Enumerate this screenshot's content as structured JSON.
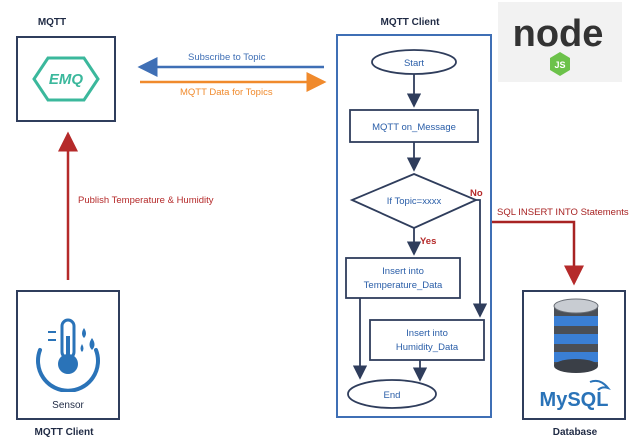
{
  "mqtt_broker": {
    "caption": "MQTT",
    "logo_text": "EMQ"
  },
  "client": {
    "caption": "MQTT Client"
  },
  "sensor": {
    "label": "Sensor",
    "caption": "MQTT Client"
  },
  "database": {
    "caption": "Database",
    "logo_text": "MySQL"
  },
  "nodejs": {
    "logo_word": "node",
    "badge": "JS"
  },
  "arrows": {
    "subscribe": "Subscribe to Topic",
    "data": "MQTT Data for Topics",
    "publish": "Publish Temperature & Humidity",
    "sql": "SQL INSERT INTO Statements"
  },
  "flowchart": {
    "start": "Start",
    "on_message": "MQTT on_Message",
    "decision": "If Topic=xxxx",
    "yes": "Yes",
    "no": "No",
    "insert_temp_line1": "Insert into",
    "insert_temp_line2": "Temperature_Data",
    "insert_hum_line1": "Insert into",
    "insert_hum_line2": "Humidity_Data",
    "end": "End"
  },
  "colors": {
    "frame": "#2f3d5c",
    "client_frame": "#3f6fb5",
    "subscribe_arrow": "#3f6fb5",
    "data_arrow": "#f08a2c",
    "publish_arrow": "#b52a2a",
    "sql_arrow": "#a82323",
    "emq_green": "#3bb89c"
  }
}
